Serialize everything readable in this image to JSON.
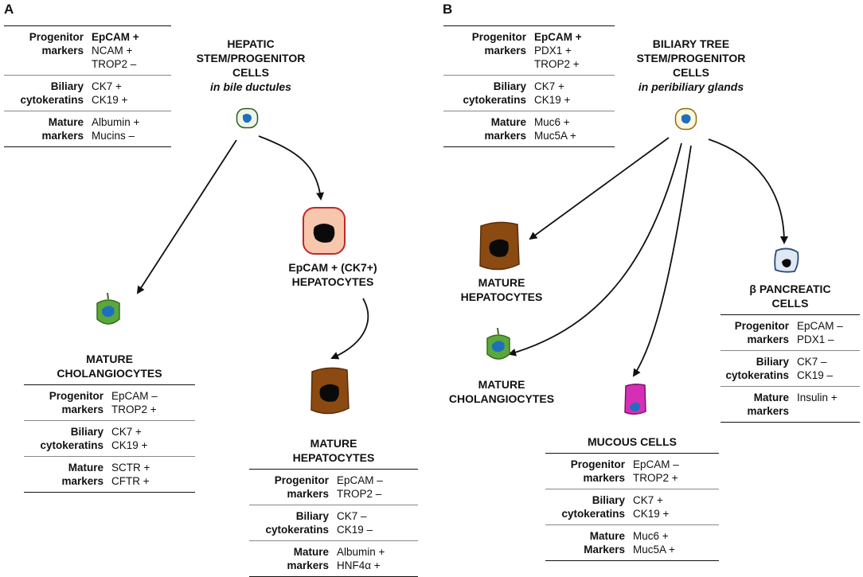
{
  "panels": {
    "a": {
      "letter": "A",
      "source_title": "HEPATIC\nSTEM/PROGENITOR\nCELLS",
      "source_subtitle": "in bile ductules",
      "source_table": {
        "rows": [
          {
            "category": "Progenitor\nmarkers",
            "values": [
              "EpCAM +",
              "NCAM +",
              "TROP2 –"
            ],
            "bold_first": true
          },
          {
            "category": "Biliary\ncytokeratins",
            "values": [
              "CK7 +",
              "CK19 +"
            ]
          },
          {
            "category": "Mature\nmarkers",
            "values": [
              "Albumin +",
              "Mucins –"
            ]
          }
        ]
      },
      "intermediate_title": "EpCAM + (CK7+)\nHEPATOCYTES",
      "cholangiocytes": {
        "title": "MATURE\nCHOLANGIOCYTES",
        "rows": [
          {
            "category": "Progenitor\nmarkers",
            "values": [
              "EpCAM –",
              "TROP2 +"
            ]
          },
          {
            "category": "Biliary\ncytokeratins",
            "values": [
              "CK7 +",
              "CK19 +"
            ]
          },
          {
            "category": "Mature\nmarkers",
            "values": [
              "SCTR +",
              "CFTR +"
            ]
          }
        ]
      },
      "hepatocytes": {
        "title": "MATURE\nHEPATOCYTES",
        "rows": [
          {
            "category": "Progenitor\nmarkers",
            "values": [
              "EpCAM –",
              "TROP2 –"
            ]
          },
          {
            "category": "Biliary\ncytokeratins",
            "values": [
              "CK7 –",
              "CK19 –"
            ]
          },
          {
            "category": "Mature\nmarkers",
            "values": [
              "Albumin +",
              "HNF4α +"
            ]
          }
        ]
      }
    },
    "b": {
      "letter": "B",
      "source_title": "BILIARY TREE\nSTEM/PROGENITOR\nCELLS",
      "source_subtitle": "in peribiliary glands",
      "source_table": {
        "rows": [
          {
            "category": "Progenitor\nmarkers",
            "values": [
              "EpCAM +",
              "PDX1 +",
              "TROP2 +"
            ],
            "bold_first": true
          },
          {
            "category": "Biliary\ncytokeratins",
            "values": [
              "CK7 +",
              "CK19 +"
            ]
          },
          {
            "category": "Mature\nmarkers",
            "values": [
              "Muc6 +",
              "Muc5A +"
            ]
          }
        ]
      },
      "hepatocytes_title": "MATURE\nHEPATOCYTES",
      "cholangiocytes_title": "MATURE\nCHOLANGIOCYTES",
      "pancreatic": {
        "title": "β PANCREATIC\nCELLS",
        "rows": [
          {
            "category": "Progenitor\nmarkers",
            "values": [
              "EpCAM –",
              "PDX1 –"
            ]
          },
          {
            "category": "Biliary\ncytokeratins",
            "values": [
              "CK7 –",
              "CK19 –"
            ]
          },
          {
            "category": "Mature\nmarkers",
            "values": [
              "Insulin +"
            ]
          }
        ]
      },
      "mucous": {
        "title": "MUCOUS CELLS",
        "rows": [
          {
            "category": "Progenitor\nmarkers",
            "values": [
              "EpCAM –",
              "TROP2 +"
            ]
          },
          {
            "category": "Biliary\ncytokeratins",
            "values": [
              "CK7 +",
              "CK19 +"
            ]
          },
          {
            "category": "Mature\nMarkers",
            "values": [
              "Muc6 +",
              "Muc5A +"
            ]
          }
        ]
      }
    }
  },
  "colors": {
    "stem_nucleus": "#1f6fc0",
    "cholangiocyte_body": "#5aa83a",
    "hepatocyte_body": "#8b4a12",
    "intermediate_body": "#f6c7ac",
    "intermediate_border": "#c0282a",
    "pancreatic_body": "#dfe8f3",
    "mucous_body": "#d62fb5"
  }
}
